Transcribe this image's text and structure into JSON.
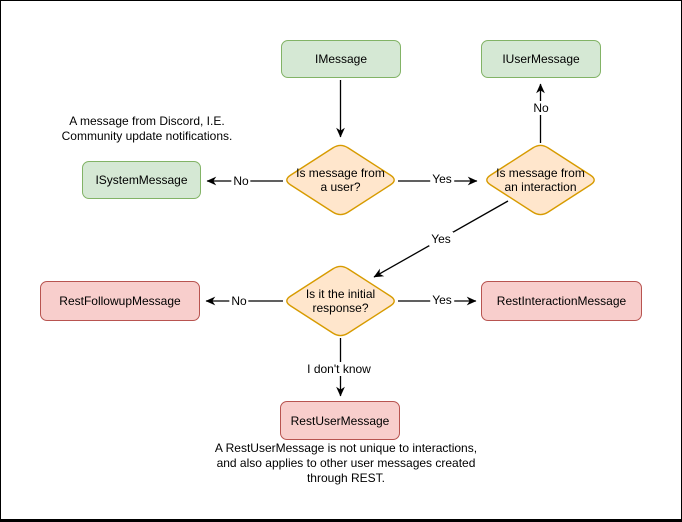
{
  "palette": {
    "background": "#ffffff",
    "canvas_border": "#000000",
    "line_color": "#000000",
    "text_color": "#000000",
    "interface_fill": "#d5e8d4",
    "interface_stroke": "#82b366",
    "decision_fill": "#ffe6cc",
    "decision_stroke": "#d79b00",
    "rest_fill": "#f8cecc",
    "rest_stroke": "#b85450"
  },
  "nodes": {
    "imessage": {
      "label": "IMessage"
    },
    "iusermessage": {
      "label": "IUserMessage"
    },
    "isystemmessage": {
      "label": "ISystemMessage"
    },
    "restfollowupmessage": {
      "label": "RestFollowupMessage"
    },
    "restinteractionmessage": {
      "label": "RestInteractionMessage"
    },
    "restusermessage": {
      "label": "RestUserMessage"
    }
  },
  "decisions": {
    "from_user": {
      "label": "Is message from a user?"
    },
    "from_interaction": {
      "label": "Is message from an interaction"
    },
    "initial_response": {
      "label": "Is it the initial response?"
    }
  },
  "edges": {
    "user_no": {
      "label": "No"
    },
    "user_yes": {
      "label": "Yes"
    },
    "interaction_no": {
      "label": "No"
    },
    "interaction_yes": {
      "label": "Yes"
    },
    "initial_no": {
      "label": "No"
    },
    "initial_yes": {
      "label": "Yes"
    },
    "initial_unknown": {
      "label": "I don't know"
    }
  },
  "notes": {
    "system": {
      "lines": [
        "A message from Discord, I.E.",
        "Community update notifications."
      ]
    },
    "rest_user": {
      "lines": [
        "A RestUserMessage is not unique to interactions,",
        "and also applies to other user messages created",
        "through REST."
      ]
    }
  }
}
